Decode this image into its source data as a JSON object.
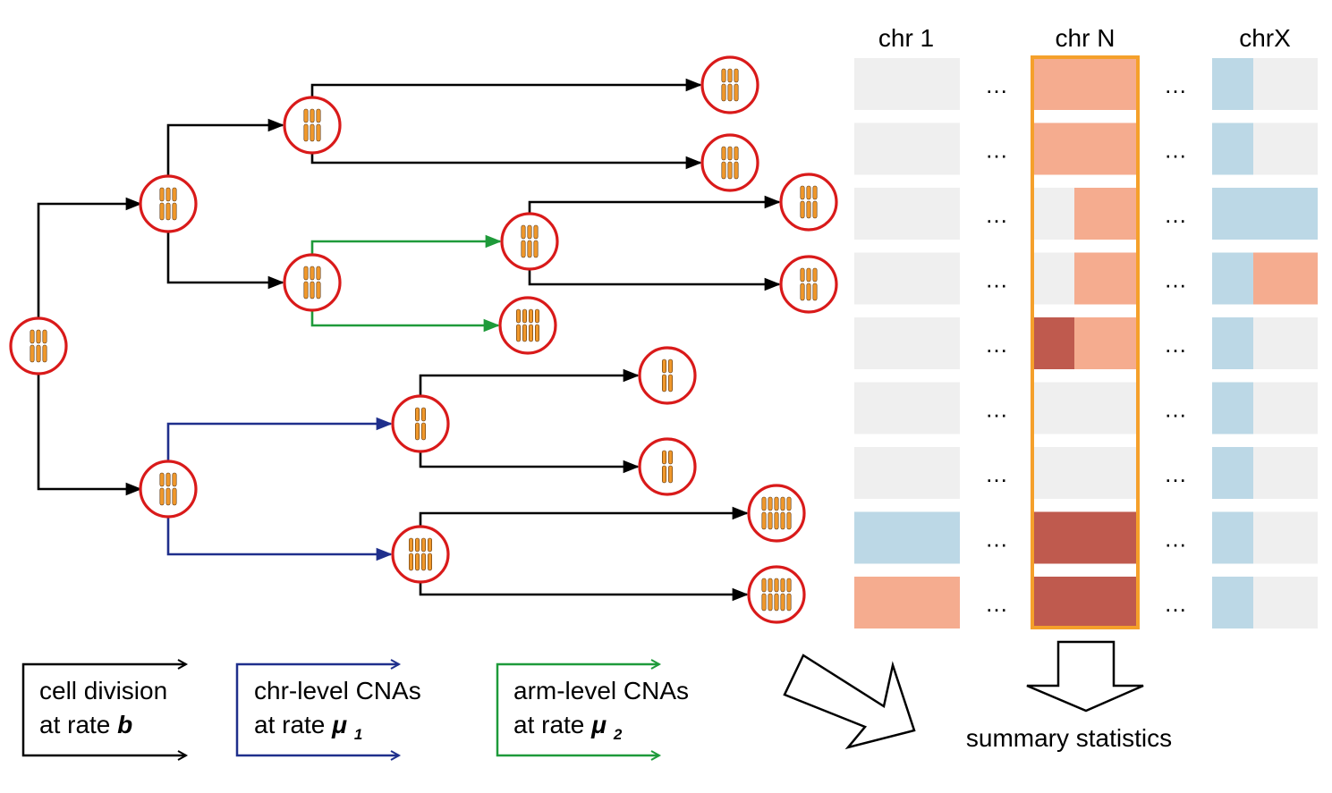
{
  "colors": {
    "division": "#000000",
    "chr_level": "#1f2f8c",
    "arm_level": "#1e9a3a",
    "cell_ring": "#d91a1a",
    "chromosome": "#f0982b",
    "neutral": "#efefef",
    "loss": "#bcd8e6",
    "gain": "#f5ac8f",
    "high_gain": "#bf5a4e",
    "highlight": "#f5a02b"
  },
  "headers": {
    "chr1": "chr 1",
    "chrN": "chr N",
    "chrX": "chrX"
  },
  "ellipsis": "…",
  "matrix": {
    "columns": [
      "chr 1",
      "chr N",
      "chr X"
    ],
    "rows": [
      {
        "chr1": [
          "neutral",
          "neutral"
        ],
        "chrN": [
          "gain",
          "gain"
        ],
        "chrX": [
          "loss",
          "neutral"
        ]
      },
      {
        "chr1": [
          "neutral",
          "neutral"
        ],
        "chrN": [
          "gain",
          "gain"
        ],
        "chrX": [
          "loss",
          "neutral"
        ]
      },
      {
        "chr1": [
          "neutral",
          "neutral"
        ],
        "chrN": [
          "neutral",
          "gain"
        ],
        "chrX": [
          "loss",
          "loss"
        ]
      },
      {
        "chr1": [
          "neutral",
          "neutral"
        ],
        "chrN": [
          "neutral",
          "gain"
        ],
        "chrX": [
          "loss",
          "gain"
        ]
      },
      {
        "chr1": [
          "neutral",
          "neutral"
        ],
        "chrN": [
          "high_gain",
          "gain"
        ],
        "chrX": [
          "loss",
          "neutral"
        ]
      },
      {
        "chr1": [
          "neutral",
          "neutral"
        ],
        "chrN": [
          "neutral",
          "neutral"
        ],
        "chrX": [
          "loss",
          "neutral"
        ]
      },
      {
        "chr1": [
          "neutral",
          "neutral"
        ],
        "chrN": [
          "neutral",
          "neutral"
        ],
        "chrX": [
          "loss",
          "neutral"
        ]
      },
      {
        "chr1": [
          "loss",
          "loss"
        ],
        "chrN": [
          "high_gain",
          "high_gain"
        ],
        "chrX": [
          "loss",
          "neutral"
        ]
      },
      {
        "chr1": [
          "gain",
          "gain"
        ],
        "chrN": [
          "high_gain",
          "high_gain"
        ],
        "chrX": [
          "loss",
          "neutral"
        ]
      }
    ]
  },
  "legend": {
    "division": {
      "line1": "cell division",
      "line2_prefix": "at rate ",
      "symbol": "b"
    },
    "chr_level": {
      "line1": "chr-level CNAs",
      "line2_prefix": "at rate ",
      "symbol": "μ",
      "subscript": "1"
    },
    "arm_level": {
      "line1": "arm-level CNAs",
      "line2_prefix": "at rate ",
      "symbol": "μ",
      "subscript": "2"
    }
  },
  "summary_label": "summary statistics",
  "tree": {
    "cells": [
      {
        "id": "root",
        "chromosomes": 3
      },
      {
        "id": "a",
        "chromosomes": 3
      },
      {
        "id": "b",
        "chromosomes": 3
      },
      {
        "id": "a1",
        "chromosomes": 3
      },
      {
        "id": "a2",
        "chromosomes": 3
      },
      {
        "id": "a1a",
        "chromosomes": 3
      },
      {
        "id": "a1b",
        "chromosomes": 3
      },
      {
        "id": "a2a",
        "chromosomes": 3
      },
      {
        "id": "a2b",
        "chromosomes": 4
      },
      {
        "id": "a2a1",
        "chromosomes": 3
      },
      {
        "id": "a2a2",
        "chromosomes": 3
      },
      {
        "id": "b1",
        "chromosomes": 2
      },
      {
        "id": "b2",
        "chromosomes": 4
      },
      {
        "id": "b1a",
        "chromosomes": 2
      },
      {
        "id": "b1b",
        "chromosomes": 2
      },
      {
        "id": "b2a",
        "chromosomes": 5
      },
      {
        "id": "b2b",
        "chromosomes": 5
      }
    ]
  }
}
